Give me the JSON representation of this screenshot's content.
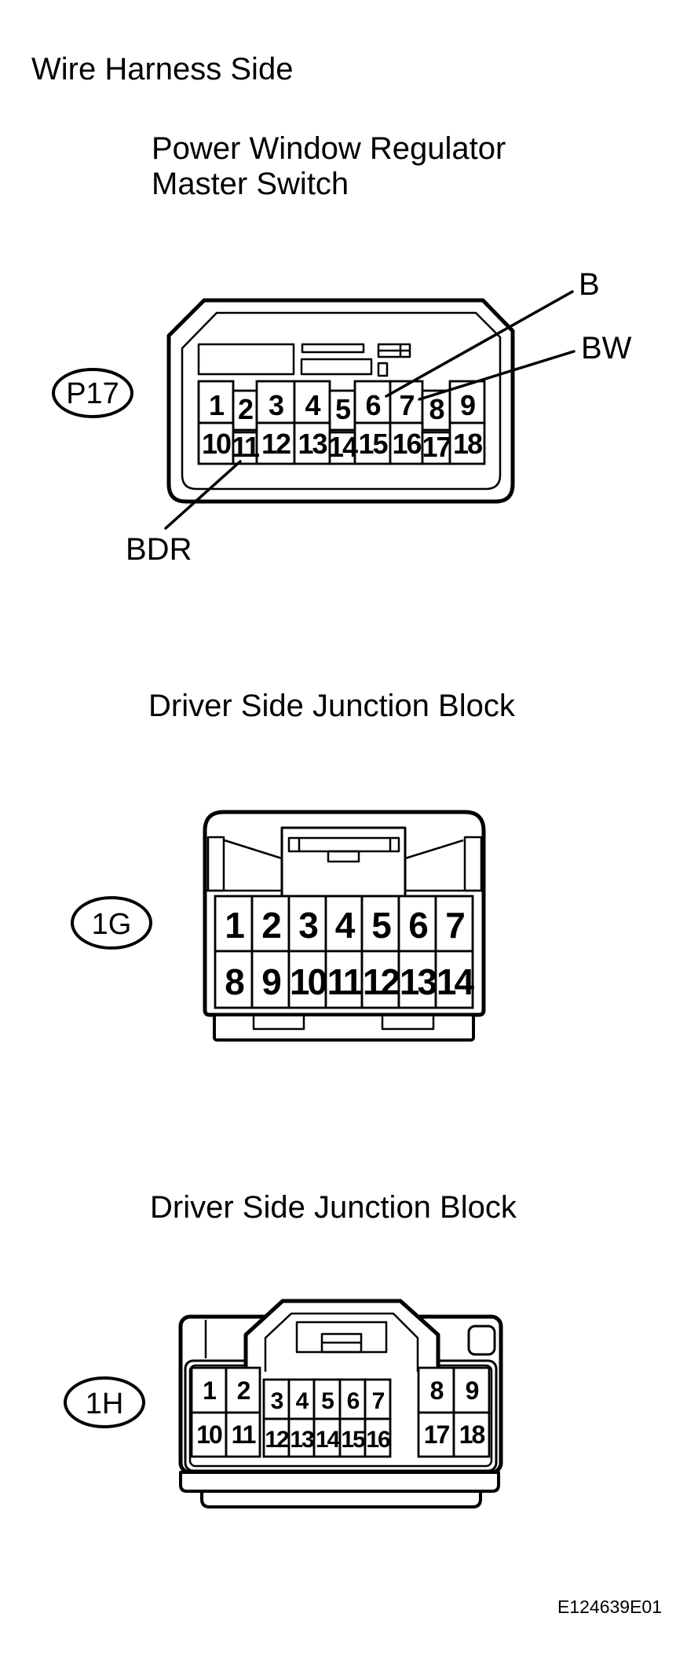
{
  "header": {
    "title": "Wire Harness Side"
  },
  "figure_code": "E124639E01",
  "connectors": [
    {
      "code": "P17",
      "title_line1": "Power Window Regulator",
      "title_line2": "Master Switch",
      "pins_row1": [
        "1",
        "2",
        "3",
        "4",
        "5",
        "6",
        "7",
        "8",
        "9"
      ],
      "pins_row2": [
        "10",
        "11",
        "12",
        "13",
        "14",
        "15",
        "16",
        "17",
        "18"
      ],
      "callouts": [
        {
          "label": "B",
          "target_pin": "6"
        },
        {
          "label": "BW",
          "target_pin": "7"
        },
        {
          "label": "BDR",
          "target_pin": "11"
        }
      ]
    },
    {
      "code": "1G",
      "title": "Driver Side Junction Block",
      "pins_row1": [
        "1",
        "2",
        "3",
        "4",
        "5",
        "6",
        "7"
      ],
      "pins_row2": [
        "8",
        "9",
        "10",
        "11",
        "12",
        "13",
        "14"
      ]
    },
    {
      "code": "1H",
      "title": "Driver Side Junction Block",
      "pins_row1": [
        "1",
        "2",
        "3",
        "4",
        "5",
        "6",
        "7",
        "8",
        "9"
      ],
      "pins_row2": [
        "10",
        "11",
        "12",
        "13",
        "14",
        "15",
        "16",
        "17",
        "18"
      ]
    }
  ]
}
